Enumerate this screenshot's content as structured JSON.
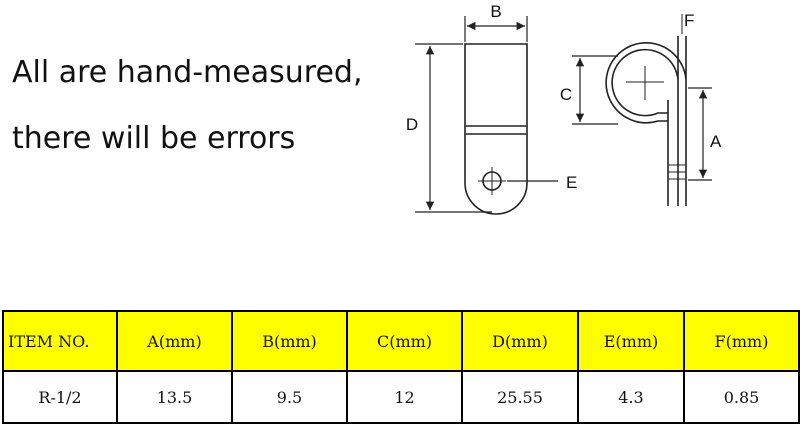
{
  "note": {
    "line1": "All are hand-measured,",
    "line2": "there will be errors"
  },
  "diagram": {
    "labels": {
      "b": "B",
      "d": "D",
      "e": "E",
      "c": "C",
      "f": "F",
      "a": "A"
    }
  },
  "colors": {
    "header_bg": "#ffff00",
    "line": "#222222"
  },
  "table": {
    "headers": [
      "ITEM NO.",
      "A(mm)",
      "B(mm)",
      "C(mm)",
      "D(mm)",
      "E(mm)",
      "F(mm)"
    ],
    "rows": [
      [
        "R-1/2",
        "13.5",
        "9.5",
        "12",
        "25.55",
        "4.3",
        "0.85"
      ]
    ]
  }
}
